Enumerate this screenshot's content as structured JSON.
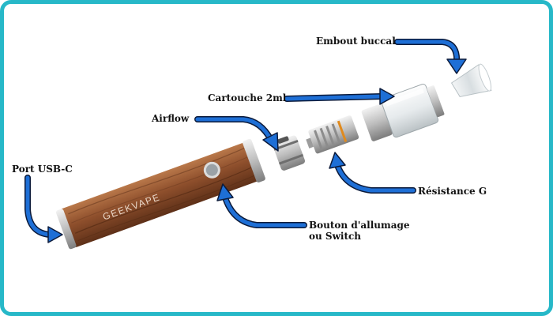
{
  "labels": {
    "embout": "Embout buccal",
    "cartouche": "Cartouche 2ml",
    "airflow": "Airflow",
    "usb": "Port USB-C",
    "resistance": "Résistance G",
    "bouton_line1": "Bouton d'allumage",
    "bouton_line2": "ou Switch"
  },
  "brand": "GEEKVAPE",
  "colors": {
    "frame": "#27b8c8",
    "arrow_fill": "#1e6fd6",
    "arrow_outline": "#0b1a3a",
    "wood": "#8a4b2a",
    "metal": "#c9c9c9",
    "coil_ring": "#e08a1e"
  },
  "icons": {
    "arrow": "curved-arrow-icon"
  }
}
